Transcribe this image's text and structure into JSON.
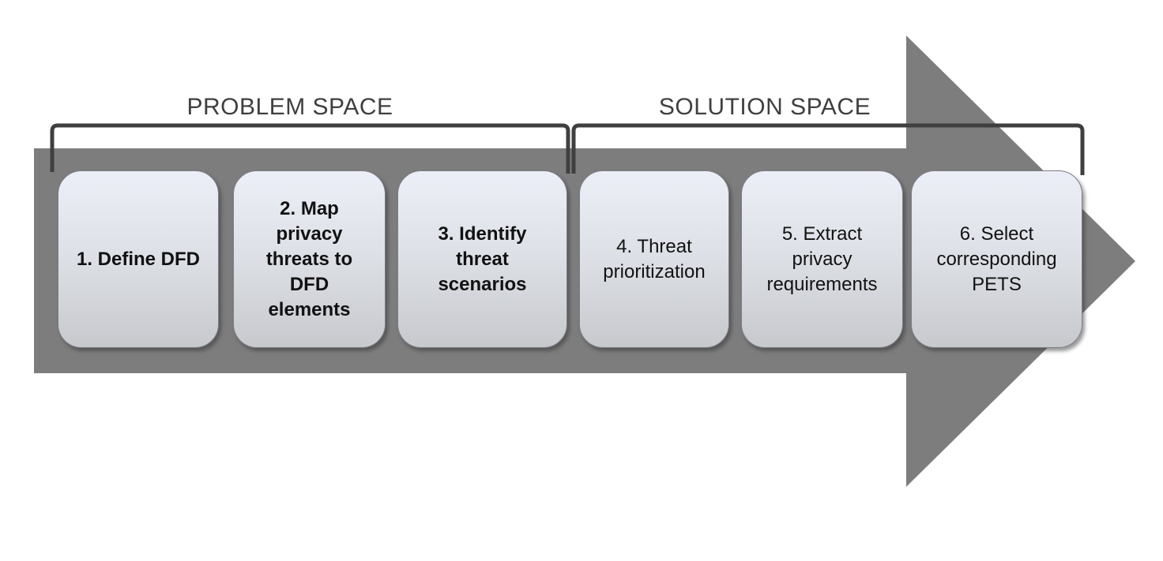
{
  "diagram": {
    "spaces": [
      {
        "label": "PROBLEM SPACE"
      },
      {
        "label": "SOLUTION SPACE"
      }
    ],
    "steps": [
      {
        "label": "1. Define DFD"
      },
      {
        "label": "2. Map\nprivacy\nthreats to\nDFD\nelements"
      },
      {
        "label": "3. Identify\nthreat\nscenarios"
      },
      {
        "label": "4. Threat\nprioritization"
      },
      {
        "label": "5. Extract\nprivacy\nrequirements"
      },
      {
        "label": "6. Select\ncorresponding\nPETS"
      }
    ],
    "colors": {
      "arrow_fill": "#7d7d7d",
      "bracket_stroke": "#3f3f3f",
      "space_label_text": "#3f3f3f",
      "step_text": "#111111",
      "step_fill_top": "#eceff7",
      "step_fill_mid": "#dde0e6",
      "step_fill_bottom": "#c7c9cd",
      "step_border": "#7a7e86",
      "background": "#ffffff"
    }
  }
}
